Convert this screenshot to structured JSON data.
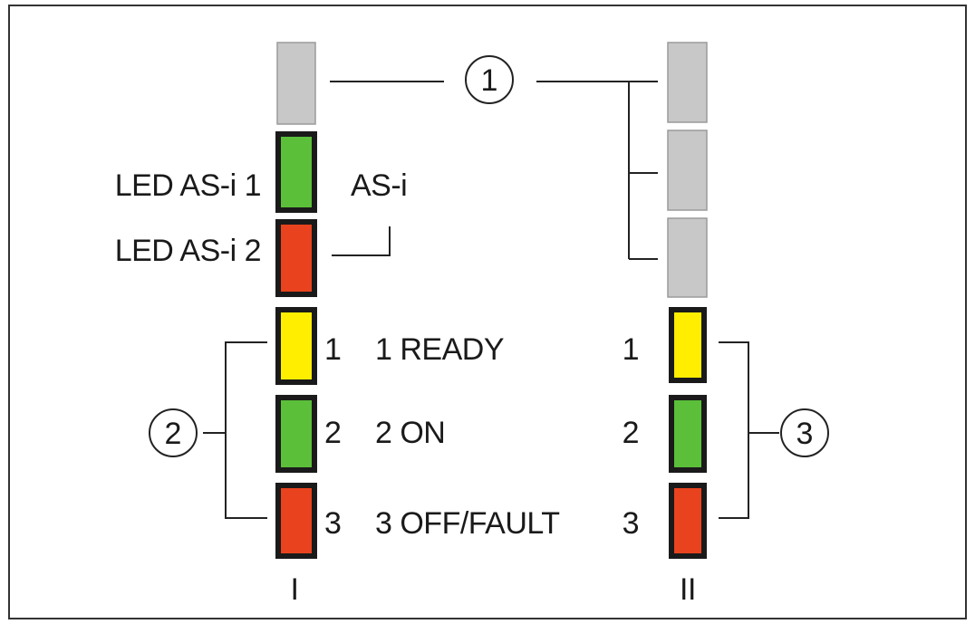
{
  "colors": {
    "green": "#5bbf3a",
    "red": "#e8431e",
    "yellow": "#ffee00",
    "gray": "#c8c8c8",
    "border": "#1a1a1a",
    "frame": "#333333"
  },
  "callouts": {
    "one": "1",
    "two": "2",
    "three": "3"
  },
  "left_column": {
    "cap_color": "gray",
    "as_i_leds": [
      {
        "label": "LED AS-i 1",
        "color": "green"
      },
      {
        "label": "LED AS-i 2",
        "color": "red"
      }
    ],
    "as_i_group_label": "AS-i",
    "status_leds": [
      {
        "number": "1",
        "color": "yellow"
      },
      {
        "number": "2",
        "color": "green"
      },
      {
        "number": "3",
        "color": "red"
      }
    ],
    "roman_label": "I"
  },
  "legend": [
    {
      "text": "1 READY"
    },
    {
      "text": "2 ON"
    },
    {
      "text": "3 OFF/FAULT"
    }
  ],
  "right_column": {
    "cap_color": "gray",
    "cap_count": 3,
    "status_leds": [
      {
        "number": "1",
        "color": "yellow"
      },
      {
        "number": "2",
        "color": "green"
      },
      {
        "number": "3",
        "color": "red"
      }
    ],
    "roman_label": "II"
  }
}
